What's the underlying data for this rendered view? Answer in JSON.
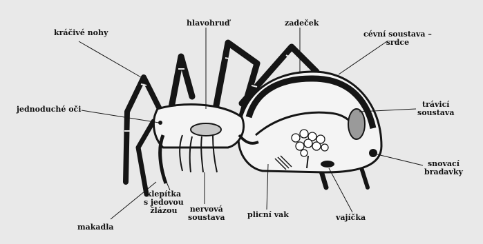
{
  "labels": {
    "walking_legs": "kráčivé nohy",
    "cephalothorax": "hlavohruď",
    "abdomen": "zadeček",
    "circulatory_line1": "cévní soustava –",
    "circulatory_line2": "srdce",
    "simple_eyes": "jednoduché oči",
    "digestive_line1": "trávicí",
    "digestive_line2": "soustava",
    "spinnerets_line1": "snovací",
    "spinnerets_line2": "bradavky",
    "pedipalps": "makadla",
    "chelicerae_line1": "klepítka",
    "chelicerae_line2": "s jedovou",
    "chelicerae_line3": "žlázou",
    "nervous_line1": "nervová",
    "nervous_line2": "soustava",
    "book_lung": "plicní vak",
    "eggs": "vajíčka"
  },
  "colors": {
    "background": "#e9e9e9",
    "ink": "#151515",
    "body_fill": "#f4f4f4"
  }
}
